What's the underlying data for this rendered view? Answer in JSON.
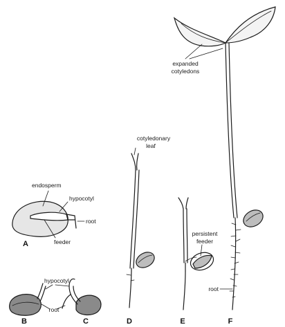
{
  "labels": {
    "expanded_cotyledons_1": "expanded",
    "expanded_cotyledons_2": "cotyledons",
    "cotyledonary_leaf_1": "cotyledonary",
    "cotyledonary_leaf_2": "leaf",
    "endosperm": "endosperm",
    "hypocotyl_a": "hypocotyl",
    "root_a": "root",
    "feeder": "feeder",
    "persistent_feeder_1": "persistent",
    "persistent_feeder_2": "feeder",
    "hypocotyl_bc": "hypocotyl",
    "root_bc": "root",
    "root_f": "root"
  },
  "panels": [
    "A",
    "B",
    "C",
    "D",
    "E",
    "F"
  ]
}
